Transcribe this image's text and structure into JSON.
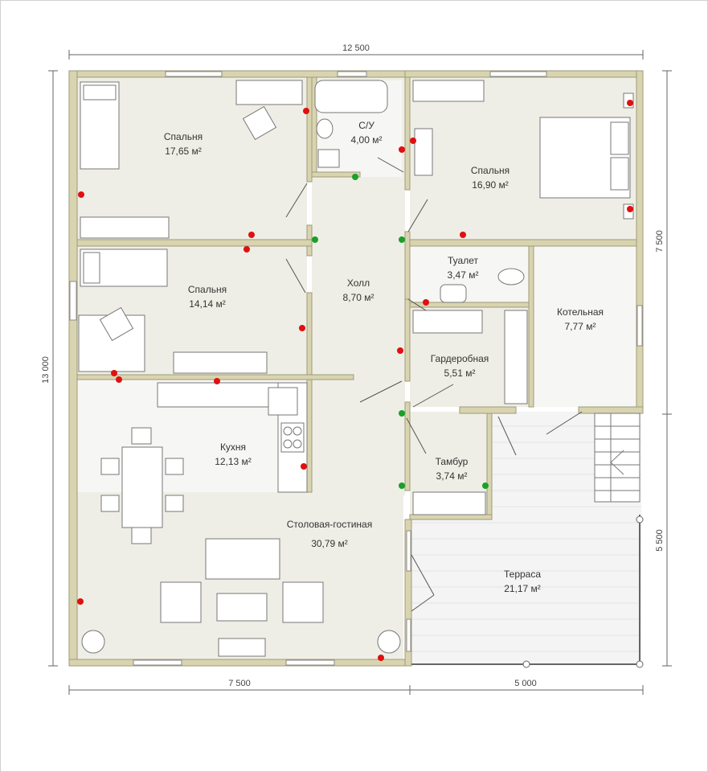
{
  "dimensions": {
    "top": "12 500",
    "left": "13 000",
    "right_upper": "7 500",
    "right_lower": "5 500",
    "bottom_left": "7 500",
    "bottom_right": "5 000"
  },
  "rooms": {
    "bedroom1": {
      "name": "Спальня",
      "area": "17,65 м²"
    },
    "bathroom": {
      "name": "С/У",
      "area": "4,00 м²"
    },
    "bedroom2": {
      "name": "Спальня",
      "area": "16,90 м²"
    },
    "bedroom3": {
      "name": "Спальня",
      "area": "14,14 м²"
    },
    "hall": {
      "name": "Холл",
      "area": "8,70 м²"
    },
    "toilet": {
      "name": "Туалет",
      "area": "3,47 м²"
    },
    "boiler": {
      "name": "Котельная",
      "area": "7,77 м²"
    },
    "wardrobe": {
      "name": "Гардеробная",
      "area": "5,51 м²"
    },
    "kitchen": {
      "name": "Кухня",
      "area": "12,13 м²"
    },
    "vestibule": {
      "name": "Тамбур",
      "area": "3,74 м²"
    },
    "living": {
      "name": "Столовая-гостиная",
      "area": "30,79 м²"
    },
    "terrace": {
      "name": "Терраса",
      "area": "21,17 м²"
    }
  },
  "colors": {
    "wall": "#d9d4b0",
    "floor": "#efeee6",
    "tile": "#f6f6f4",
    "marker_red": "#e01010",
    "marker_green": "#1aa02a"
  }
}
